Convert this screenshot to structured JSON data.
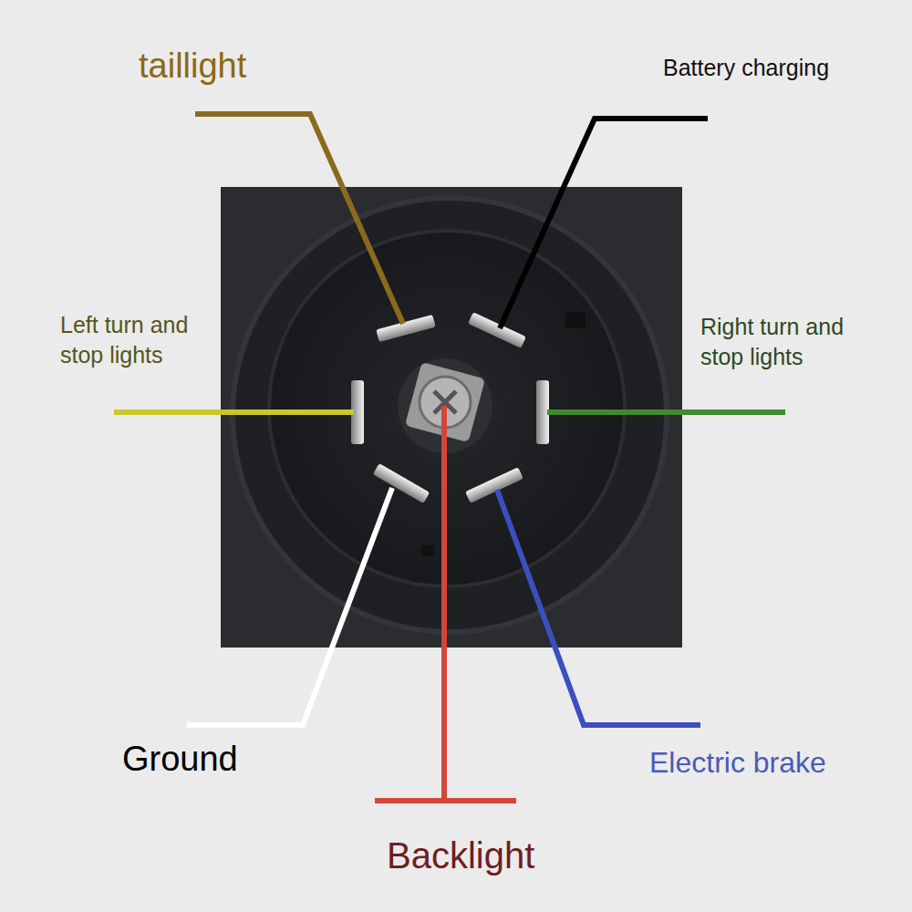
{
  "diagram": {
    "labels": [
      "taillight",
      "Battery charging",
      "Left turn and stop lights",
      "Right turn and stop lights",
      "Ground",
      "Backlight",
      "Electric brake"
    ]
  }
}
